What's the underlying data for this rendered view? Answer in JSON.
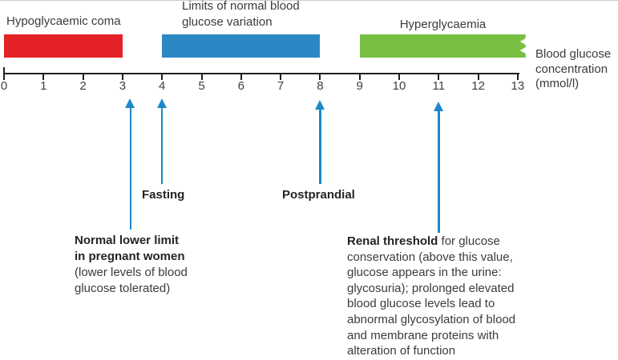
{
  "figure": {
    "axis": {
      "min": 0,
      "max": 13,
      "ticks": [
        0,
        1,
        2,
        3,
        4,
        5,
        6,
        7,
        8,
        9,
        10,
        11,
        12,
        13
      ],
      "unit_label_lines": [
        "Blood glucose",
        "concentration",
        "(mmol/l)"
      ]
    },
    "bars": [
      {
        "id": "hypoglycaemic",
        "label": "Hypoglycaemic coma",
        "start": 0,
        "end": 3,
        "color": "#e32126",
        "torn_right": false
      },
      {
        "id": "normal-range",
        "label_lines": [
          "Limits of normal blood",
          "glucose variation"
        ],
        "start": 4,
        "end": 8,
        "color": "#2e87c5",
        "torn_right": false
      },
      {
        "id": "hyperglycaemia",
        "label": "Hyperglycaemia",
        "start": 9,
        "end": 13.2,
        "color": "#77c044",
        "torn_right": true
      }
    ],
    "annotations": [
      {
        "id": "pregnant",
        "axis_value": 3.2,
        "label_bold_lines": [
          "Normal lower limit",
          "in pregnant women"
        ],
        "label_lines": [
          "(lower levels of blood",
          "glucose tolerated)"
        ]
      },
      {
        "id": "fasting",
        "axis_value": 4,
        "label": "Fasting"
      },
      {
        "id": "postprandial",
        "axis_value": 8,
        "label": "Postprandial"
      },
      {
        "id": "renal",
        "axis_value": 11,
        "label_bold": "Renal threshold",
        "label_lines": [
          " for glucose",
          "conservation (above this value,",
          "glucose appears in the urine:",
          "glycosuria); prolonged elevated",
          "blood glucose levels lead to",
          "abnormal glycosylation of blood",
          "and membrane proteins with",
          "alteration of function"
        ]
      }
    ],
    "colors": {
      "red": "#e32126",
      "blue": "#2e87c5",
      "green": "#77c044",
      "arrow": "#1e87ca",
      "axis": "#231f20"
    }
  }
}
